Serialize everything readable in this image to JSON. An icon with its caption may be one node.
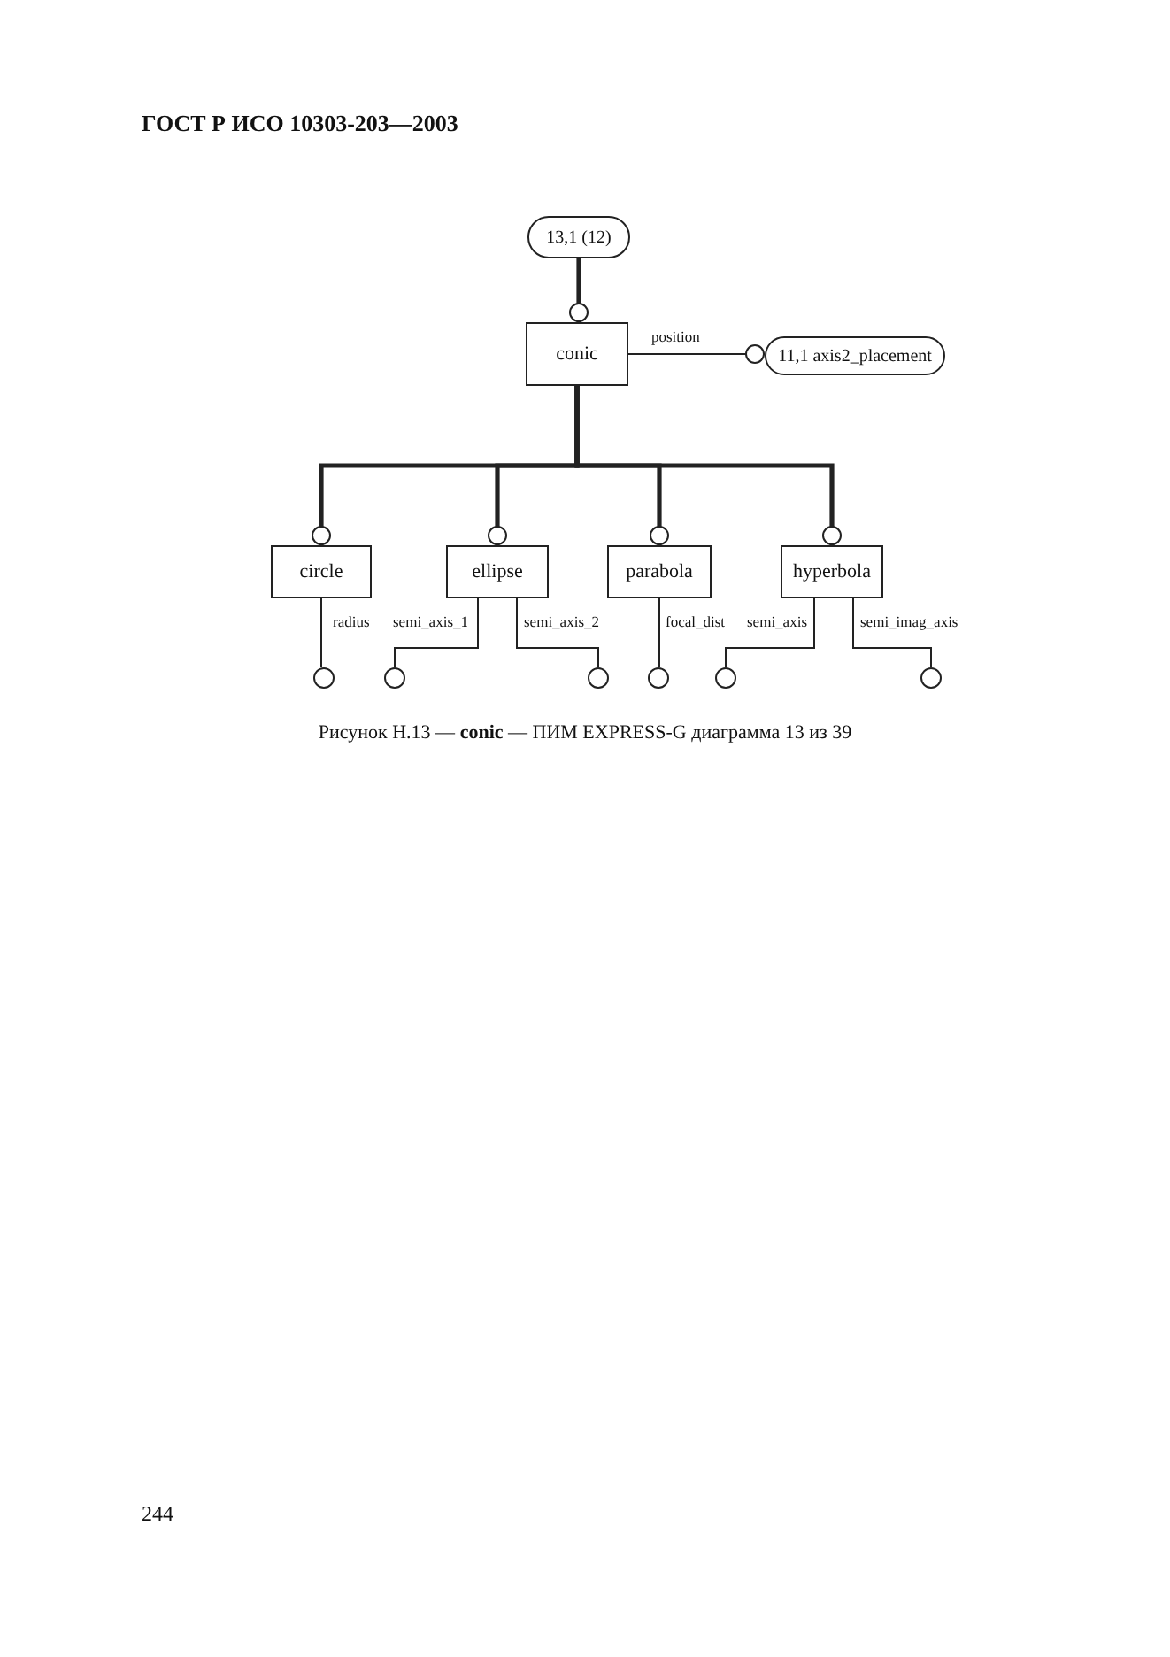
{
  "diagram": {
    "title": "ГОСТ Р ИСО 10303-203—2003",
    "caption": "Рисунок Н.13 — **conic** — ПИМ EXPRESS-G диаграмма 13 из 39",
    "nodes": [
      {
        "text": [
          "13,1 (12)"
        ]
      },
      {
        "text": [
          "conic"
        ]
      },
      {
        "text": [
          "11,1 axis2_placement"
        ]
      },
      {
        "text": [
          "circle"
        ]
      },
      {
        "text": [
          "ellipse"
        ]
      },
      {
        "text": [
          "parabola"
        ]
      },
      {
        "text": [
          "hyperbola"
        ]
      },
      {
        "text": [],
        "shape": "circle"
      },
      {
        "text": [],
        "shape": "circle"
      },
      {
        "text": [],
        "shape": "circle"
      },
      {
        "text": [],
        "shape": "circle"
      },
      {
        "text": [],
        "shape": "circle"
      },
      {
        "text": [],
        "shape": "circle"
      }
    ],
    "edges": [
      {
        "from": 0,
        "to": 1,
        "arrow": "other",
        "style": "thick"
      },
      {
        "from": 1,
        "to": 2,
        "arrow": "other",
        "label": "position"
      },
      {
        "from": 1,
        "to": 3,
        "arrow": "other",
        "style": "thick"
      },
      {
        "from": 1,
        "to": 4,
        "arrow": "other",
        "style": "thick"
      },
      {
        "from": 1,
        "to": 5,
        "arrow": "other",
        "style": "thick"
      },
      {
        "from": 1,
        "to": 6,
        "arrow": "other",
        "style": "thick"
      },
      {
        "from": 3,
        "to": 7,
        "arrow": "none",
        "label": "radius"
      },
      {
        "from": 4,
        "to": 8,
        "arrow": "none",
        "label": "semi_axis_1"
      },
      {
        "from": 4,
        "to": 9,
        "arrow": "none",
        "label": "semi_axis_2"
      },
      {
        "from": 5,
        "to": 10,
        "arrow": "none",
        "label": "focal_dist"
      },
      {
        "from": 6,
        "to": 11,
        "arrow": "none",
        "label": "semi_axis"
      },
      {
        "from": 6,
        "to": 12,
        "arrow": "none",
        "label": "semi_imag_axis"
      }
    ],
    "labels": [
      "244"
    ]
  }
}
